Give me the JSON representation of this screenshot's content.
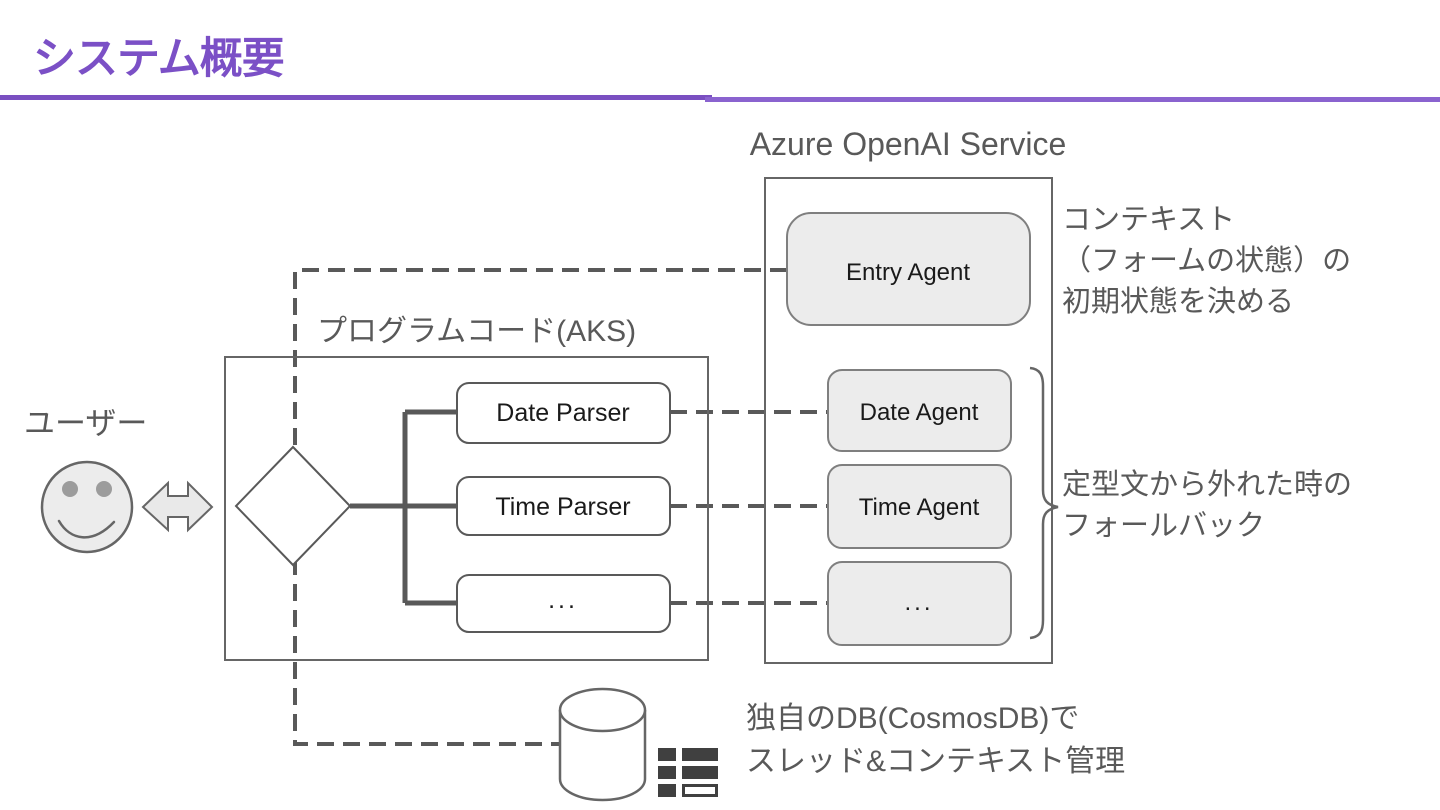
{
  "slide": {
    "title": "システム概要"
  },
  "colors": {
    "accent_purple_dark": "#7a4fc1",
    "accent_purple_light": "#8a63cf",
    "line_gray": "#595959",
    "box_fill_gray": "#ececec",
    "annotation_gray": "#595959",
    "icon_dark": "#404040"
  },
  "diagram": {
    "groups": {
      "azure_label": "Azure OpenAI Service",
      "aks_label": "プログラムコード(AKS)"
    },
    "user_label": "ユーザー",
    "nodes": {
      "entry_agent": "Entry Agent",
      "date_parser": "Date Parser",
      "time_parser": "Time Parser",
      "parser_more": "...",
      "date_agent": "Date Agent",
      "time_agent": "Time Agent",
      "agent_more": "..."
    },
    "annotations": {
      "context_note": "コンテキスト\n（フォームの状態）の\n初期状態を決める",
      "fallback_note": "定型文から外れた時の\nフォールバック",
      "db_note": "独自のDB(CosmosDB)で\nスレッド&コンテキスト管理"
    }
  }
}
